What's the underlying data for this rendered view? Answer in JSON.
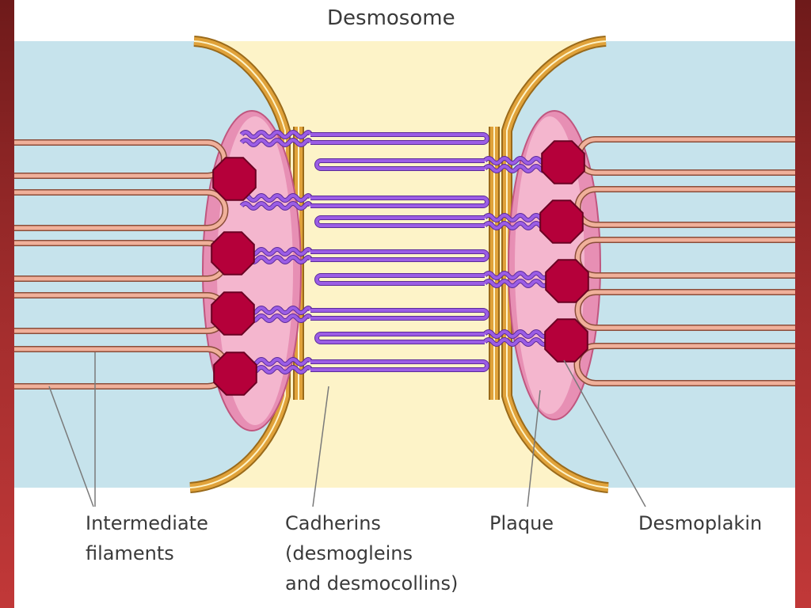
{
  "diagram": {
    "title": "Desmosome",
    "labels": {
      "intermediate_filaments": [
        "Intermediate",
        "filaments"
      ],
      "cadherins": [
        "Cadherins",
        "(desmogleins",
        "and desmocollins)"
      ],
      "plaque": "Plaque",
      "desmoplakin": "Desmoplakin"
    }
  },
  "colors": {
    "slide_background": "#9c2a2a",
    "cytoplasm": "#c6e3ec",
    "intercellular_space": "#fdf3c8",
    "membrane": "#e0a23a",
    "plaque": "#f4b6ce",
    "plaque_outer": "#e78fb4",
    "desmoplakin": "#b5003a",
    "cadherin": "#9b5de5",
    "filament": "#f0b09a"
  }
}
